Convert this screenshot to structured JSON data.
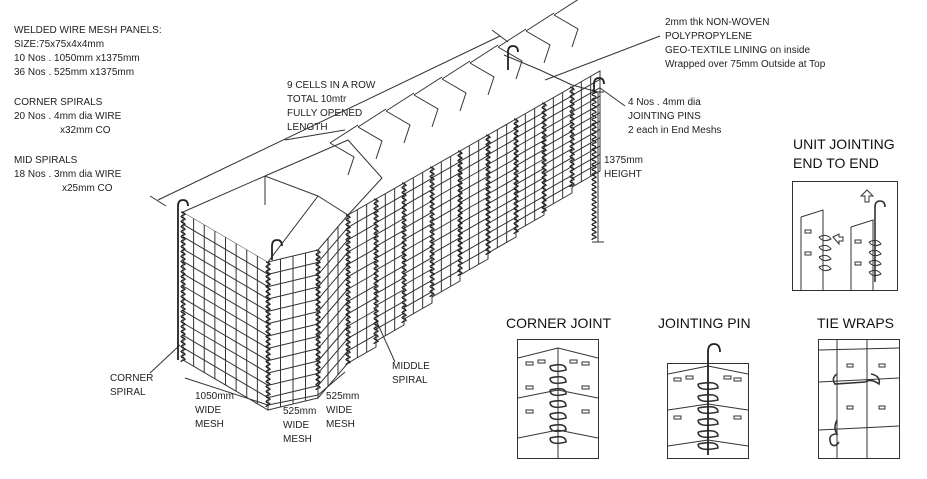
{
  "spec": {
    "panels_title": "WELDED WIRE MESH PANELS:",
    "panels_size": "SIZE:75x75x4x4mm",
    "panels_line1": "10 Nos . 1050mm x1375mm",
    "panels_line2": "36 Nos . 525mm x1375mm",
    "corner_title": "CORNER SPIRALS",
    "corner_line1": "20 Nos . 4mm dia WIRE",
    "corner_line2": "x32mm CO",
    "mid_title": "MID SPIRALS",
    "mid_line1": "18 Nos . 3mm dia WIRE",
    "mid_line2": "x25mm CO"
  },
  "cells": {
    "line1": "9 CELLS IN A ROW",
    "line2": "TOTAL 10mtr",
    "line3": "FULLY OPENED",
    "line4": "LENGTH"
  },
  "geotextile": {
    "line1": "2mm thk NON-WOVEN",
    "line2": "POLYPROPYLENE",
    "line3": "GEO-TEXTILE LINING on inside",
    "line4": "Wrapped over 75mm Outside at Top"
  },
  "pins": {
    "line1": "4 Nos . 4mm dia",
    "line2": "JOINTING PINS",
    "line3": "2 each in End Meshs"
  },
  "height": {
    "line1": "1375mm",
    "line2": "HEIGHT"
  },
  "labels": {
    "corner_spiral_1": "CORNER",
    "corner_spiral_2": "SPIRAL",
    "middle_spiral_1": "MIDDLE",
    "middle_spiral_2": "SPIRAL",
    "wide1050_1": "1050mm",
    "wide1050_2": "WIDE",
    "wide1050_3": "MESH",
    "wide525a_1": "525mm",
    "wide525a_2": "WIDE",
    "wide525a_3": "MESH",
    "wide525b_1": "525mm",
    "wide525b_2": "WIDE",
    "wide525b_3": "MESH"
  },
  "details": {
    "unit_jointing_1": "UNIT JOINTING",
    "unit_jointing_2": "END TO END",
    "corner_joint": "CORNER JOINT",
    "jointing_pin": "JOINTING PIN",
    "tie_wraps": "TIE WRAPS"
  },
  "colors": {
    "line": "#333333",
    "background": "#ffffff"
  }
}
